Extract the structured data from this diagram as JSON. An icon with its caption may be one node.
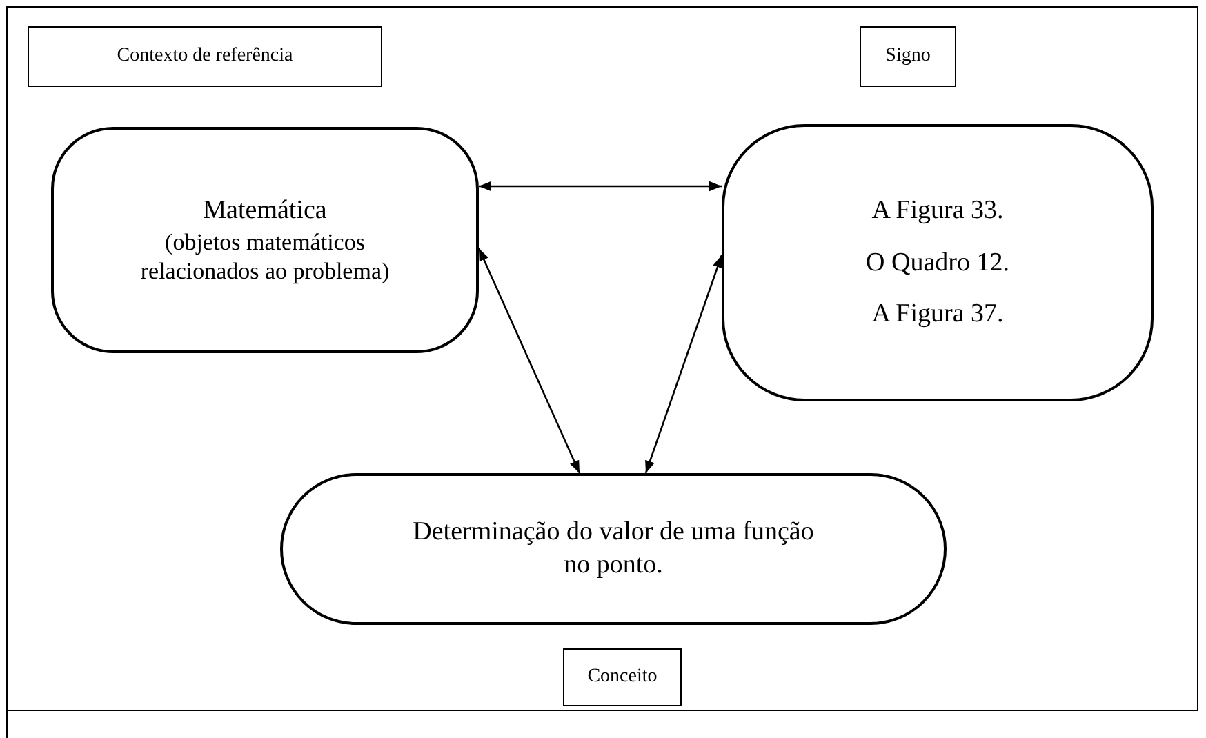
{
  "diagram": {
    "nodes": [
      {
        "text": [
          "Contexto de referência"
        ]
      },
      {
        "text": [
          "Signo"
        ]
      },
      {
        "text": [
          "Matemática",
          "(objetos matemáticos relacionados ao problema)"
        ]
      },
      {
        "text": [
          "A Figura 33.",
          "O Quadro 12.",
          "A Figura 37."
        ]
      },
      {
        "text": [
          "Determinação do valor de uma função no ponto."
        ]
      },
      {
        "text": [
          "Conceito"
        ]
      }
    ],
    "edges": [
      {
        "from": 2,
        "to": 3,
        "arrow": "both"
      },
      {
        "from": 2,
        "to": 4,
        "arrow": "both"
      },
      {
        "from": 3,
        "to": 4,
        "arrow": "both"
      }
    ]
  }
}
